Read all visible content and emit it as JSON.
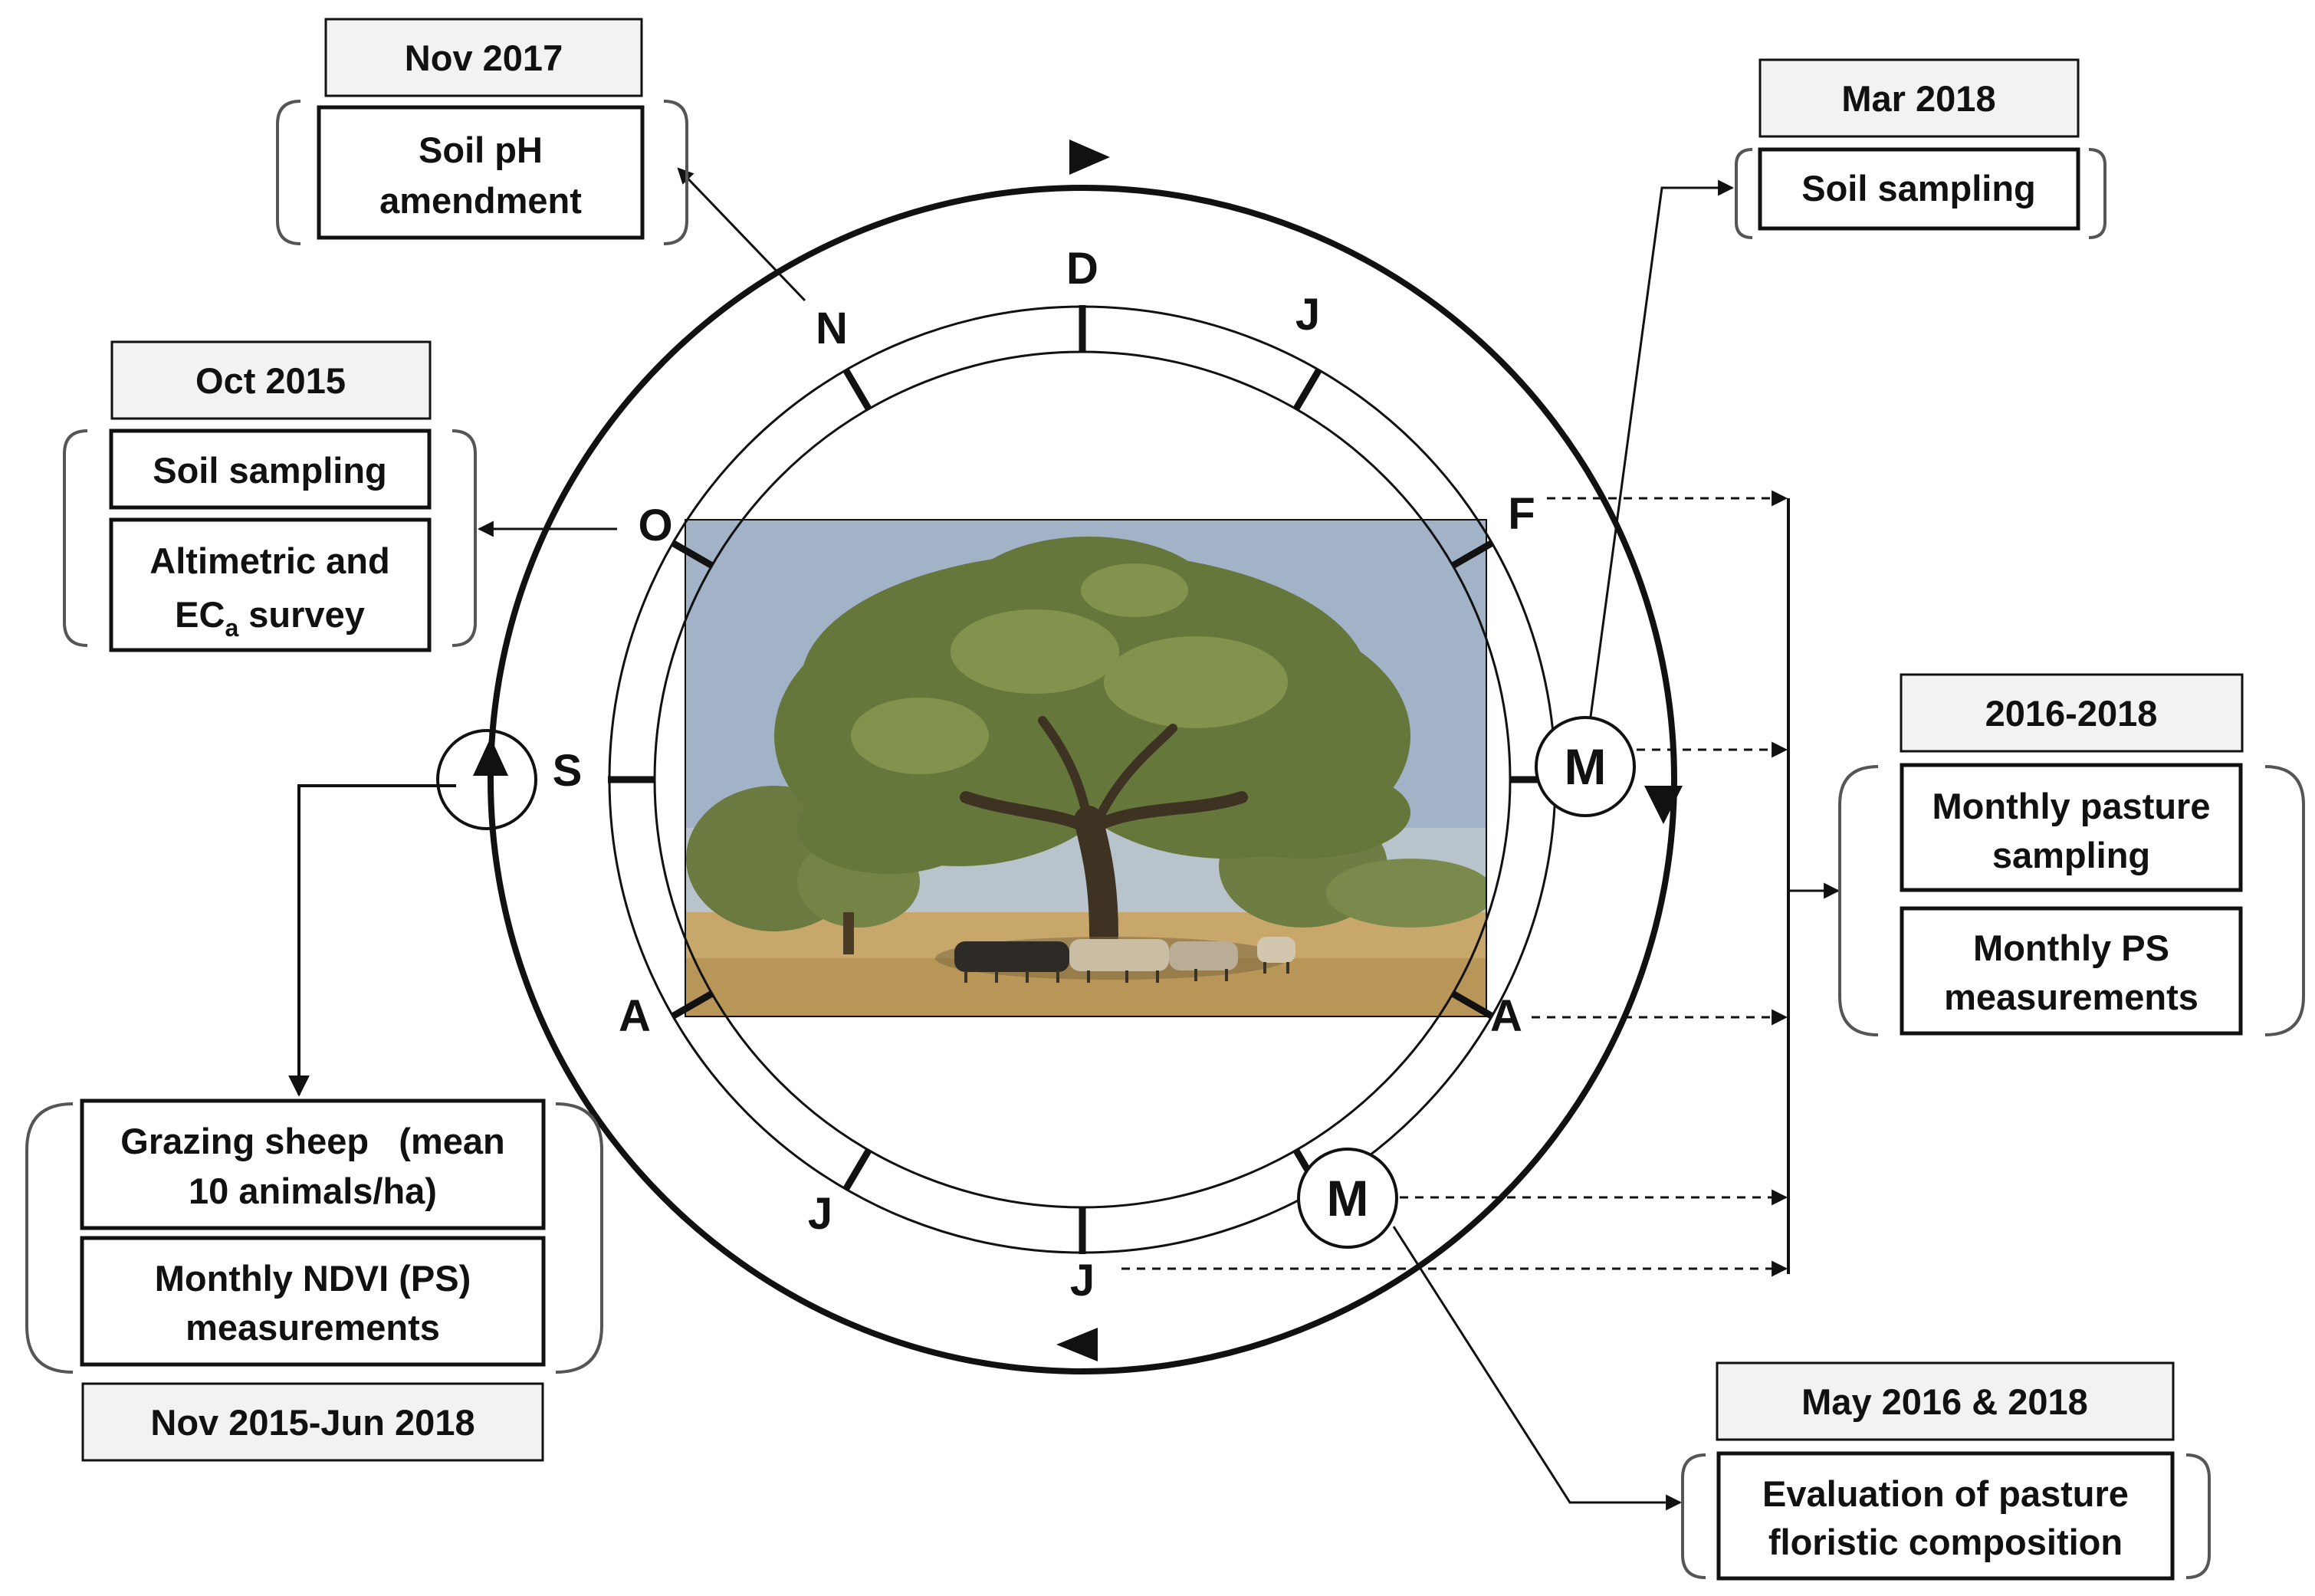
{
  "colors": {
    "line": "#111111",
    "header_fill": "#f2f2f2",
    "box_fill": "#ffffff",
    "sky": "#9fb0c6",
    "field": "#c9a86a",
    "foliage": "#6f7d3e"
  },
  "months": {
    "d": "D",
    "j1": "J",
    "f": "F",
    "m1": "M",
    "a1": "A",
    "m2": "M",
    "j2": "J",
    "j3": "J",
    "a2": "A",
    "s": "S",
    "o": "O",
    "n": "N"
  },
  "boxes": {
    "nov2017": {
      "header": "Nov 2017",
      "line1": "Soil pH",
      "line2": "amendment"
    },
    "oct2015": {
      "header": "Oct 2015",
      "item1": "Soil sampling",
      "item2_line1": "Altimetric and",
      "item2_line2_pre": "EC",
      "item2_line2_sub": "a",
      "item2_line2_post": " survey"
    },
    "mar2018": {
      "header": "Mar 2018",
      "item1": "Soil sampling"
    },
    "y2016_2018": {
      "header": "2016-2018",
      "item1_line1": "Monthly pasture",
      "item1_line2": "sampling",
      "item2_line1": "Monthly PS",
      "item2_line2": "measurements"
    },
    "grazing": {
      "item1_line1": "Grazing sheep   (mean",
      "item1_line2": "10 animals/ha)",
      "item2_line1": "Monthly NDVI (PS)",
      "item2_line2": "measurements",
      "footer": "Nov 2015-Jun 2018"
    },
    "may": {
      "header": "May 2016 & 2018",
      "item1_line1": "Evaluation of pasture",
      "item1_line2": "floristic composition"
    }
  },
  "photo": {
    "icon": "cork-oak-tree-with-grazing-sheep"
  }
}
